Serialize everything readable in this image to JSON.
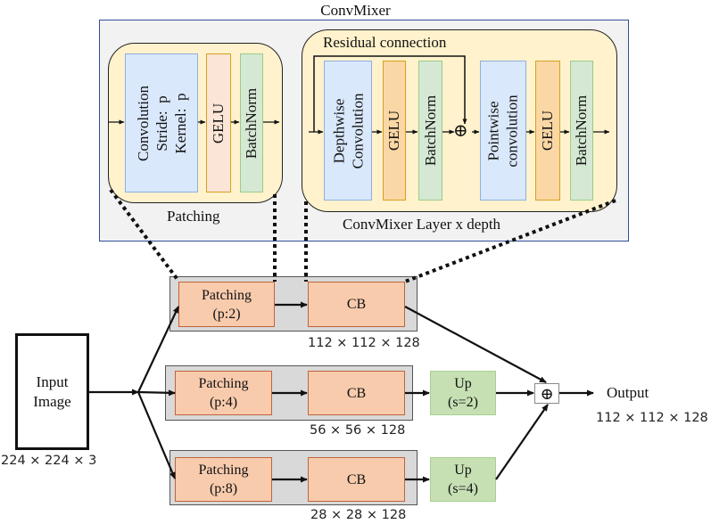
{
  "convmixer": {
    "title": "ConvMixer",
    "patching": {
      "caption": "Patching",
      "blocks": [
        {
          "label": "Convolution\nStride:  p\nKernel:  p",
          "color": "#dae8fc"
        },
        {
          "label": "GELU",
          "color": "#fbe5d6"
        },
        {
          "label": "BatchNorm",
          "color": "#d5e8d4"
        }
      ]
    },
    "layer": {
      "caption": "ConvMixer  Layer  x  depth",
      "residual_label": "Residual  connection",
      "sum_symbol": "⊕",
      "blocks": [
        {
          "label": "Depthwise\nConvolution",
          "color": "#dae8fc"
        },
        {
          "label": "GELU",
          "color": "#fad7a4"
        },
        {
          "label": "BatchNorm",
          "color": "#d5e8d4"
        },
        {
          "label": "Pointwise\nconvolution",
          "color": "#dae8fc"
        },
        {
          "label": "GELU",
          "color": "#fad7a4"
        },
        {
          "label": "BatchNorm",
          "color": "#d5e8d4"
        }
      ]
    }
  },
  "input": {
    "label": "Input\nImage",
    "dims": "224 × 224 × 3"
  },
  "branches": [
    {
      "patching_label": "Patching\n(p:2)",
      "cb_label": "CB",
      "dims": "112 × 112 × 128",
      "upsample": null
    },
    {
      "patching_label": "Patching\n(p:4)",
      "cb_label": "CB",
      "dims": "56 × 56 × 128",
      "upsample": "Up\n(s=2)"
    },
    {
      "patching_label": "Patching\n(p:8)",
      "cb_label": "CB",
      "dims": "28 × 28 × 128",
      "upsample": "Up\n(s=4)"
    }
  ],
  "fusion": {
    "symbol": "⊕",
    "output_label": "Output",
    "output_dims": "112 × 112 × 128"
  },
  "colors": {
    "panel_border": "#2f4e9a",
    "panel_fill": "#f2f2f2",
    "rounded_fill": "#fff2cc",
    "branch_fill": "#d9d9d9",
    "block_fill": "#f8cbad",
    "up_fill": "#c6e0b4"
  }
}
